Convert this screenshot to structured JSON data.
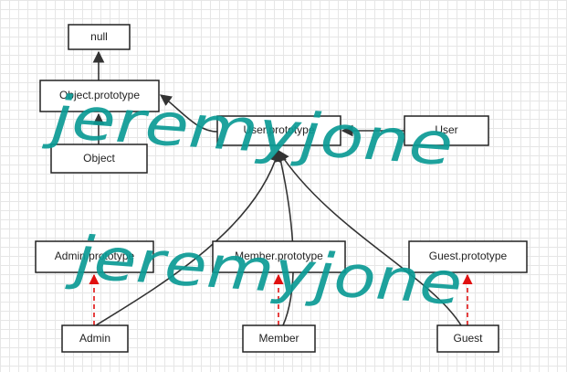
{
  "nodes": {
    "null": "null",
    "object_prototype": "Object.prototype",
    "object": "Object",
    "user_prototype": "User.prototype",
    "user": "User",
    "admin_prototype": "Admin.prototype",
    "member_prototype": "Member.prototype",
    "guest_prototype": "Guest.prototype",
    "admin": "Admin",
    "member": "Member",
    "guest": "Guest"
  },
  "watermark": {
    "text": "jeremyjone",
    "color": "#0b9b95"
  },
  "colors": {
    "edge": "#333333",
    "dashed_edge": "#e01010"
  }
}
